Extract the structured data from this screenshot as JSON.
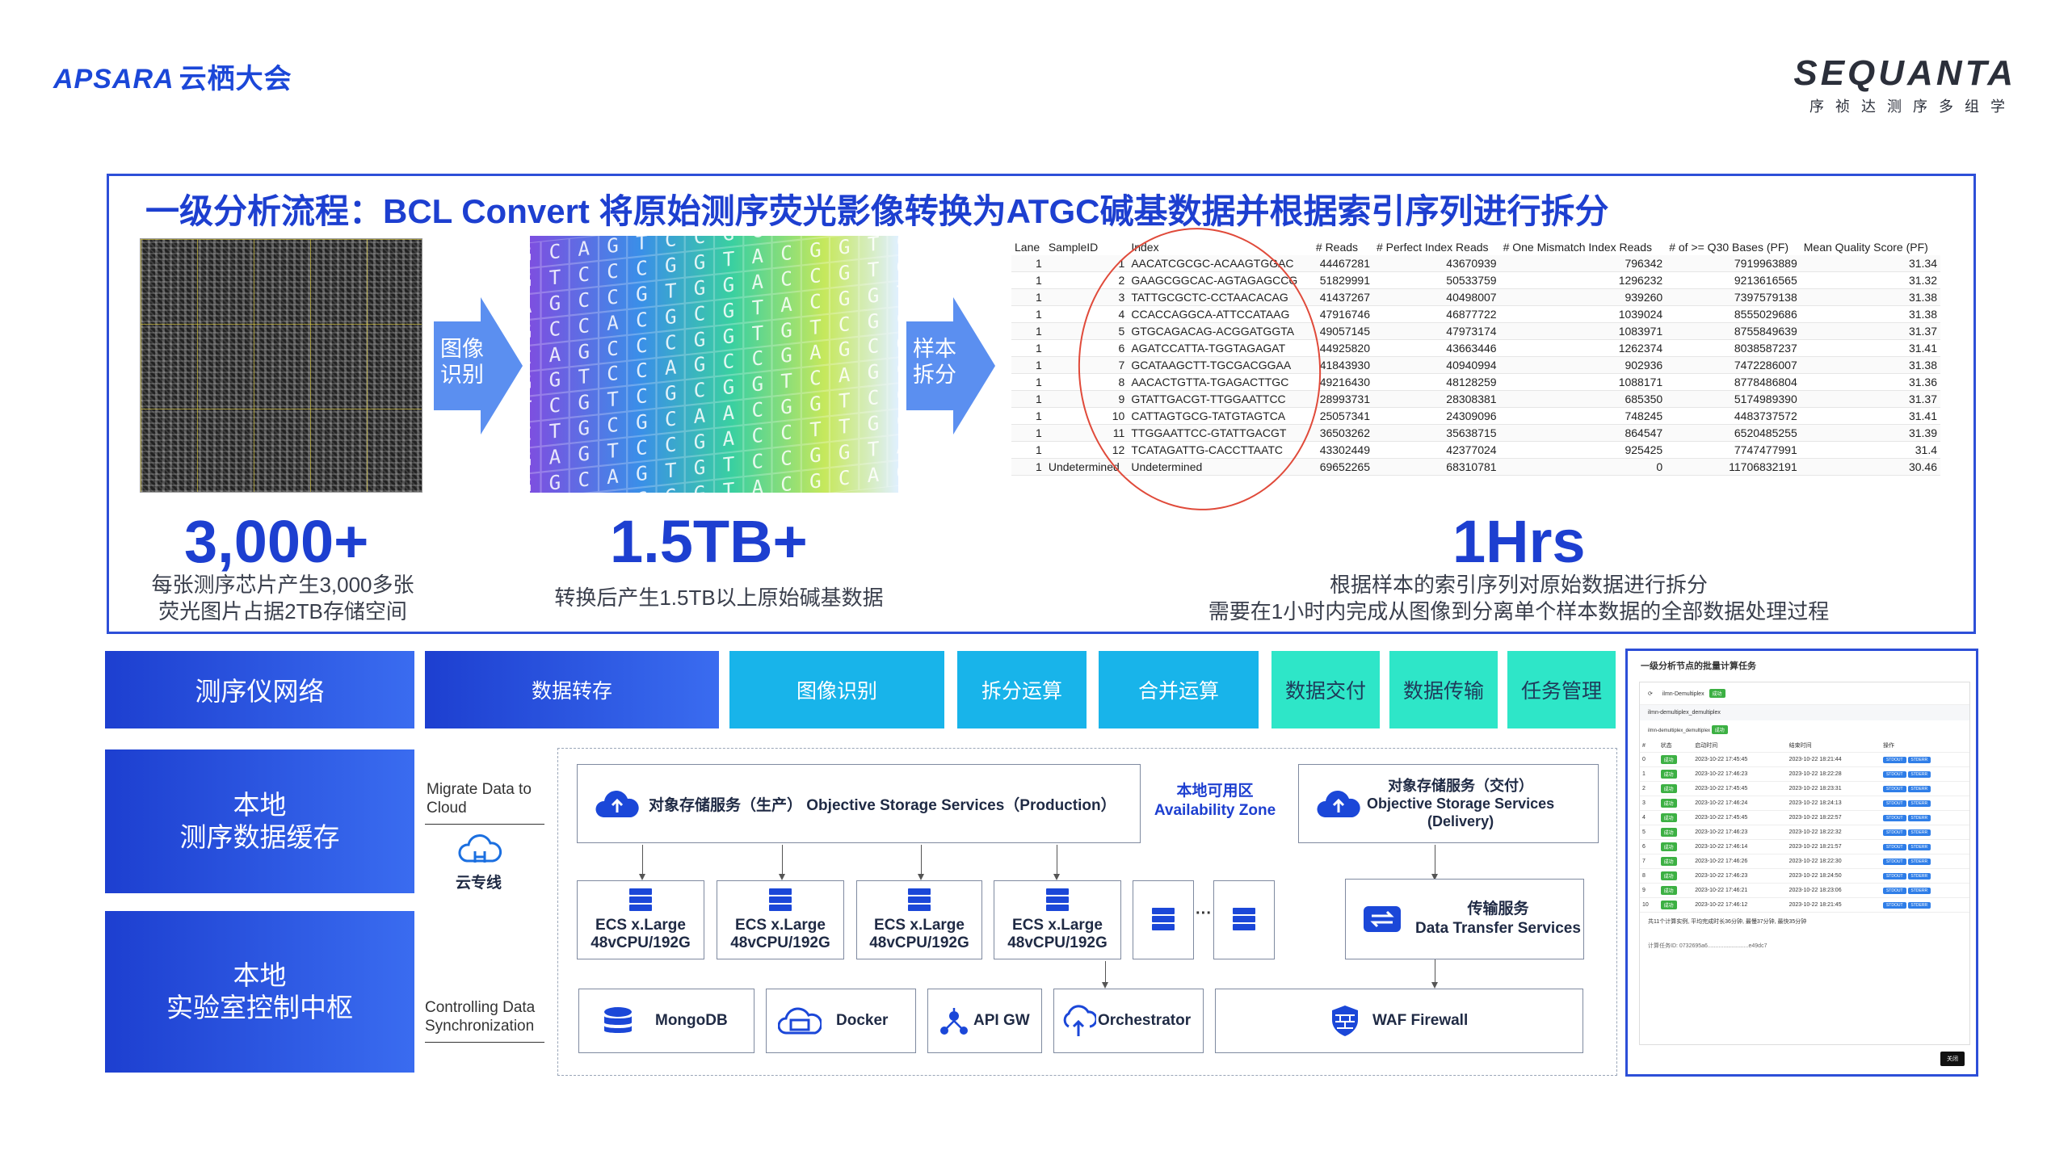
{
  "header": {
    "apsara_logo": "APSARA",
    "apsara_cn": "云栖大会",
    "sequanta_logo": "SEQUANTA",
    "sequanta_sub": "序祯达测序多组学"
  },
  "title": "一级分析流程：BCL Convert 将原始测序荧光影像转换为ATGC碱基数据并根据索引序列进行拆分",
  "arrows": {
    "image_recognition": "图像识别",
    "sample_split": "样本拆分"
  },
  "dna_bases": "GCAGTCCGGTCAGCGTCCCGGTACGGTCAGCCGTGGACCGTGGCCACGCGTACGGTCAGCCCGGTGTCGCGGTCCAGCCGAGCGTCGTCGCGGTCAGCCTGCGCAACGGTCCGAGTCCGACCTTGCGGCAGTGTCCGGTAGCGCCGGTAC",
  "sample_table": {
    "headers": [
      "Lane",
      "SampleID",
      "Index",
      "# Reads",
      "# Perfect Index Reads",
      "# One Mismatch Index Reads",
      "# of >= Q30 Bases (PF)",
      "Mean Quality Score (PF)"
    ],
    "rows": [
      [
        "1",
        "1",
        "AACATCGCGC-ACAAGTGGAC",
        "44467281",
        "43670939",
        "796342",
        "7919963889",
        "31.34"
      ],
      [
        "1",
        "2",
        "GAAGCGGCAC-AGTAGAGCCG",
        "51829991",
        "50533759",
        "1296232",
        "9213616565",
        "31.32"
      ],
      [
        "1",
        "3",
        "TATTGCGCTC-CCTAACACAG",
        "41437267",
        "40498007",
        "939260",
        "7397579138",
        "31.38"
      ],
      [
        "1",
        "4",
        "CCACCAGGCA-ATTCCATAAG",
        "47916746",
        "46877722",
        "1039024",
        "8555029686",
        "31.38"
      ],
      [
        "1",
        "5",
        "GTGCAGACAG-ACGGATGGTA",
        "49057145",
        "47973174",
        "1083971",
        "8755849639",
        "31.37"
      ],
      [
        "1",
        "6",
        "AGATCCATTA-TGGTAGAGAT",
        "44925820",
        "43663446",
        "1262374",
        "8038587237",
        "31.41"
      ],
      [
        "1",
        "7",
        "GCATAAGCTT-TGCGACGGAA",
        "41843930",
        "40940994",
        "902936",
        "7472286007",
        "31.38"
      ],
      [
        "1",
        "8",
        "AACACTGTTA-TGAGACTTGC",
        "49216430",
        "48128259",
        "1088171",
        "8778486804",
        "31.36"
      ],
      [
        "1",
        "9",
        "GTATTGACGT-TTGGAATTCC",
        "28993731",
        "28308381",
        "685350",
        "5174989390",
        "31.37"
      ],
      [
        "1",
        "10",
        "CATTAGTGCG-TATGTAGTCA",
        "25057341",
        "24309096",
        "748245",
        "4483737572",
        "31.41"
      ],
      [
        "1",
        "11",
        "TTGGAATTCC-GTATTGACGT",
        "36503262",
        "35638715",
        "864547",
        "6520485255",
        "31.39"
      ],
      [
        "1",
        "12",
        "TCATAGATTG-CACCTTAATC",
        "43302449",
        "42377024",
        "925425",
        "7747477991",
        "31.4"
      ],
      [
        "1",
        "Undetermined",
        "Undetermined",
        "69652265",
        "68310781",
        "0",
        "11706832191",
        "30.46"
      ]
    ]
  },
  "stats": [
    {
      "value": "3,000+",
      "desc_line1": "每张测序芯片产生3,000多张",
      "desc_line2": "荧光图片占据2TB存储空间"
    },
    {
      "value": "1.5TB+",
      "desc_line1": "转换后产生1.5TB以上原始碱基数据",
      "desc_line2": ""
    },
    {
      "value": "1Hrs",
      "desc_line1": "根据样本的索引序列对原始数据进行拆分",
      "desc_line2": "需要在1小时内完成从图像到分离单个样本数据的全部数据处理过程"
    }
  ],
  "bands": {
    "network": "测序仪网络",
    "data_transfer": "数据转存",
    "image_recognition": "图像识别",
    "split_compute": "拆分运算",
    "merge_compute": "合并运算",
    "data_delivery": "数据交付",
    "data_transmission": "数据传输",
    "task_management": "任务管理"
  },
  "left_boxes": {
    "cache_line1": "本地",
    "cache_line2": "测序数据缓存",
    "control_line1": "本地",
    "control_line2": "实验室控制中枢"
  },
  "links": {
    "migrate": "Migrate Data to Cloud",
    "dedicated_line": "云专线",
    "controlling": "Controlling Data Synchronization"
  },
  "architecture": {
    "oss_production": "对象存储服务（生产） Objective Storage Services（Production）",
    "az_line1": "本地可用区",
    "az_line2": "Availability Zone",
    "oss_delivery_line1": "对象存储服务（交付）",
    "oss_delivery_line2": "Objective Storage Services",
    "oss_delivery_line3": "(Delivery)",
    "ecs_name": "ECS x.Large",
    "ecs_spec": "48vCPU/192G",
    "ellipsis": "···",
    "transfer_line1": "传输服务",
    "transfer_line2": "Data Transfer Services",
    "mongodb": "MongoDB",
    "docker": "Docker",
    "apigw": "API GW",
    "orchestrator": "Orchestrator",
    "waf": "WAF Firewall"
  },
  "task_panel": {
    "title": "一级分析节点的批量计算任务",
    "tab": "ilmn-Demultiplex",
    "tab_badge": "成功",
    "subtitle": "ilmn-demultiplex_demultiplex",
    "sub_item": "ilmn-demultiplex_demultiplex",
    "headers": [
      "#",
      "状态",
      "启动时间",
      "结束时间",
      "操作"
    ],
    "status": "成功",
    "btn_stdout": "STDOUT",
    "btn_stderr": "STDERR",
    "rows": [
      [
        "0",
        "2023-10-22 17:45:45",
        "2023-10-22 18:21:44"
      ],
      [
        "1",
        "2023-10-22 17:46:23",
        "2023-10-22 18:22:28"
      ],
      [
        "2",
        "2023-10-22 17:45:45",
        "2023-10-22 18:23:31"
      ],
      [
        "3",
        "2023-10-22 17:46:24",
        "2023-10-22 18:24:13"
      ],
      [
        "4",
        "2023-10-22 17:45:45",
        "2023-10-22 18:22:57"
      ],
      [
        "5",
        "2023-10-22 17:46:23",
        "2023-10-22 18:22:32"
      ],
      [
        "6",
        "2023-10-22 17:46:14",
        "2023-10-22 18:21:57"
      ],
      [
        "7",
        "2023-10-22 17:46:26",
        "2023-10-22 18:22:30"
      ],
      [
        "8",
        "2023-10-22 17:46:23",
        "2023-10-22 18:24:50"
      ],
      [
        "9",
        "2023-10-22 17:46:21",
        "2023-10-22 18:23:06"
      ],
      [
        "10",
        "2023-10-22 17:46:12",
        "2023-10-22 18:21:45"
      ]
    ],
    "summary": "共11个计算实例, 平均完成时长36分钟, 最慢37分钟, 最快35分钟",
    "footer_id": "计算任务ID: 0732695a6..........................e49dc7",
    "close": "关闭"
  }
}
